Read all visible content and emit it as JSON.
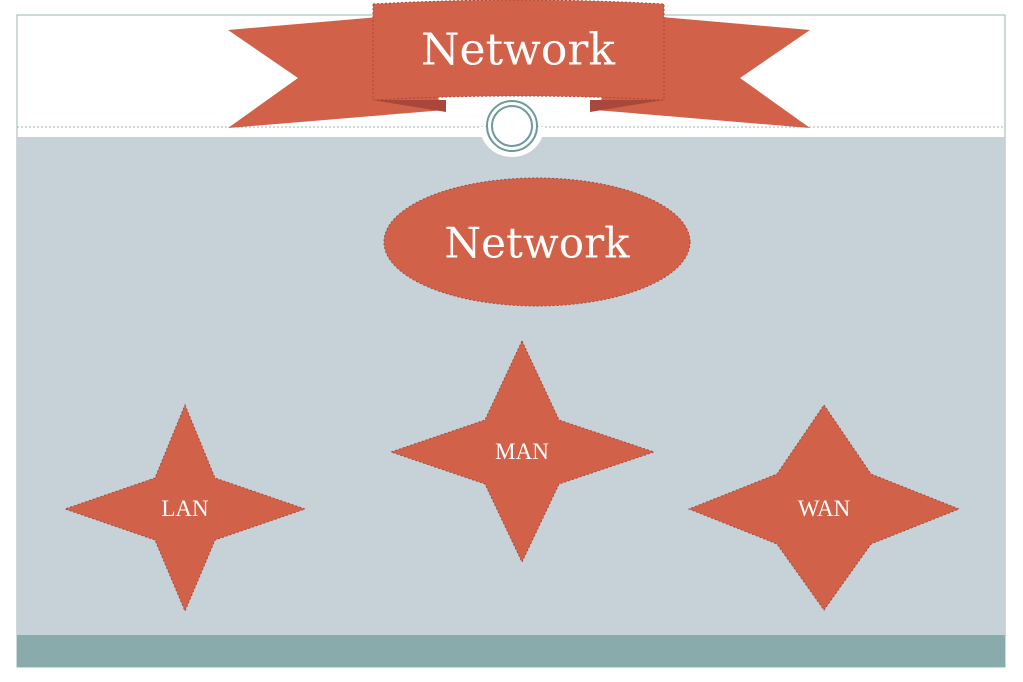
{
  "slide": {
    "banner_title": "Network",
    "root_node": "Network",
    "children": [
      {
        "label": "LAN"
      },
      {
        "label": "MAN"
      },
      {
        "label": "WAN"
      }
    ]
  },
  "colors": {
    "shape_fill": "#D16249",
    "shape_shadow": "#A9483A",
    "content_background": "#C6D1D8",
    "footer_bar": "#8AABAB",
    "frame_border": "#9DB3B6",
    "ring": "#6F9A9C"
  }
}
